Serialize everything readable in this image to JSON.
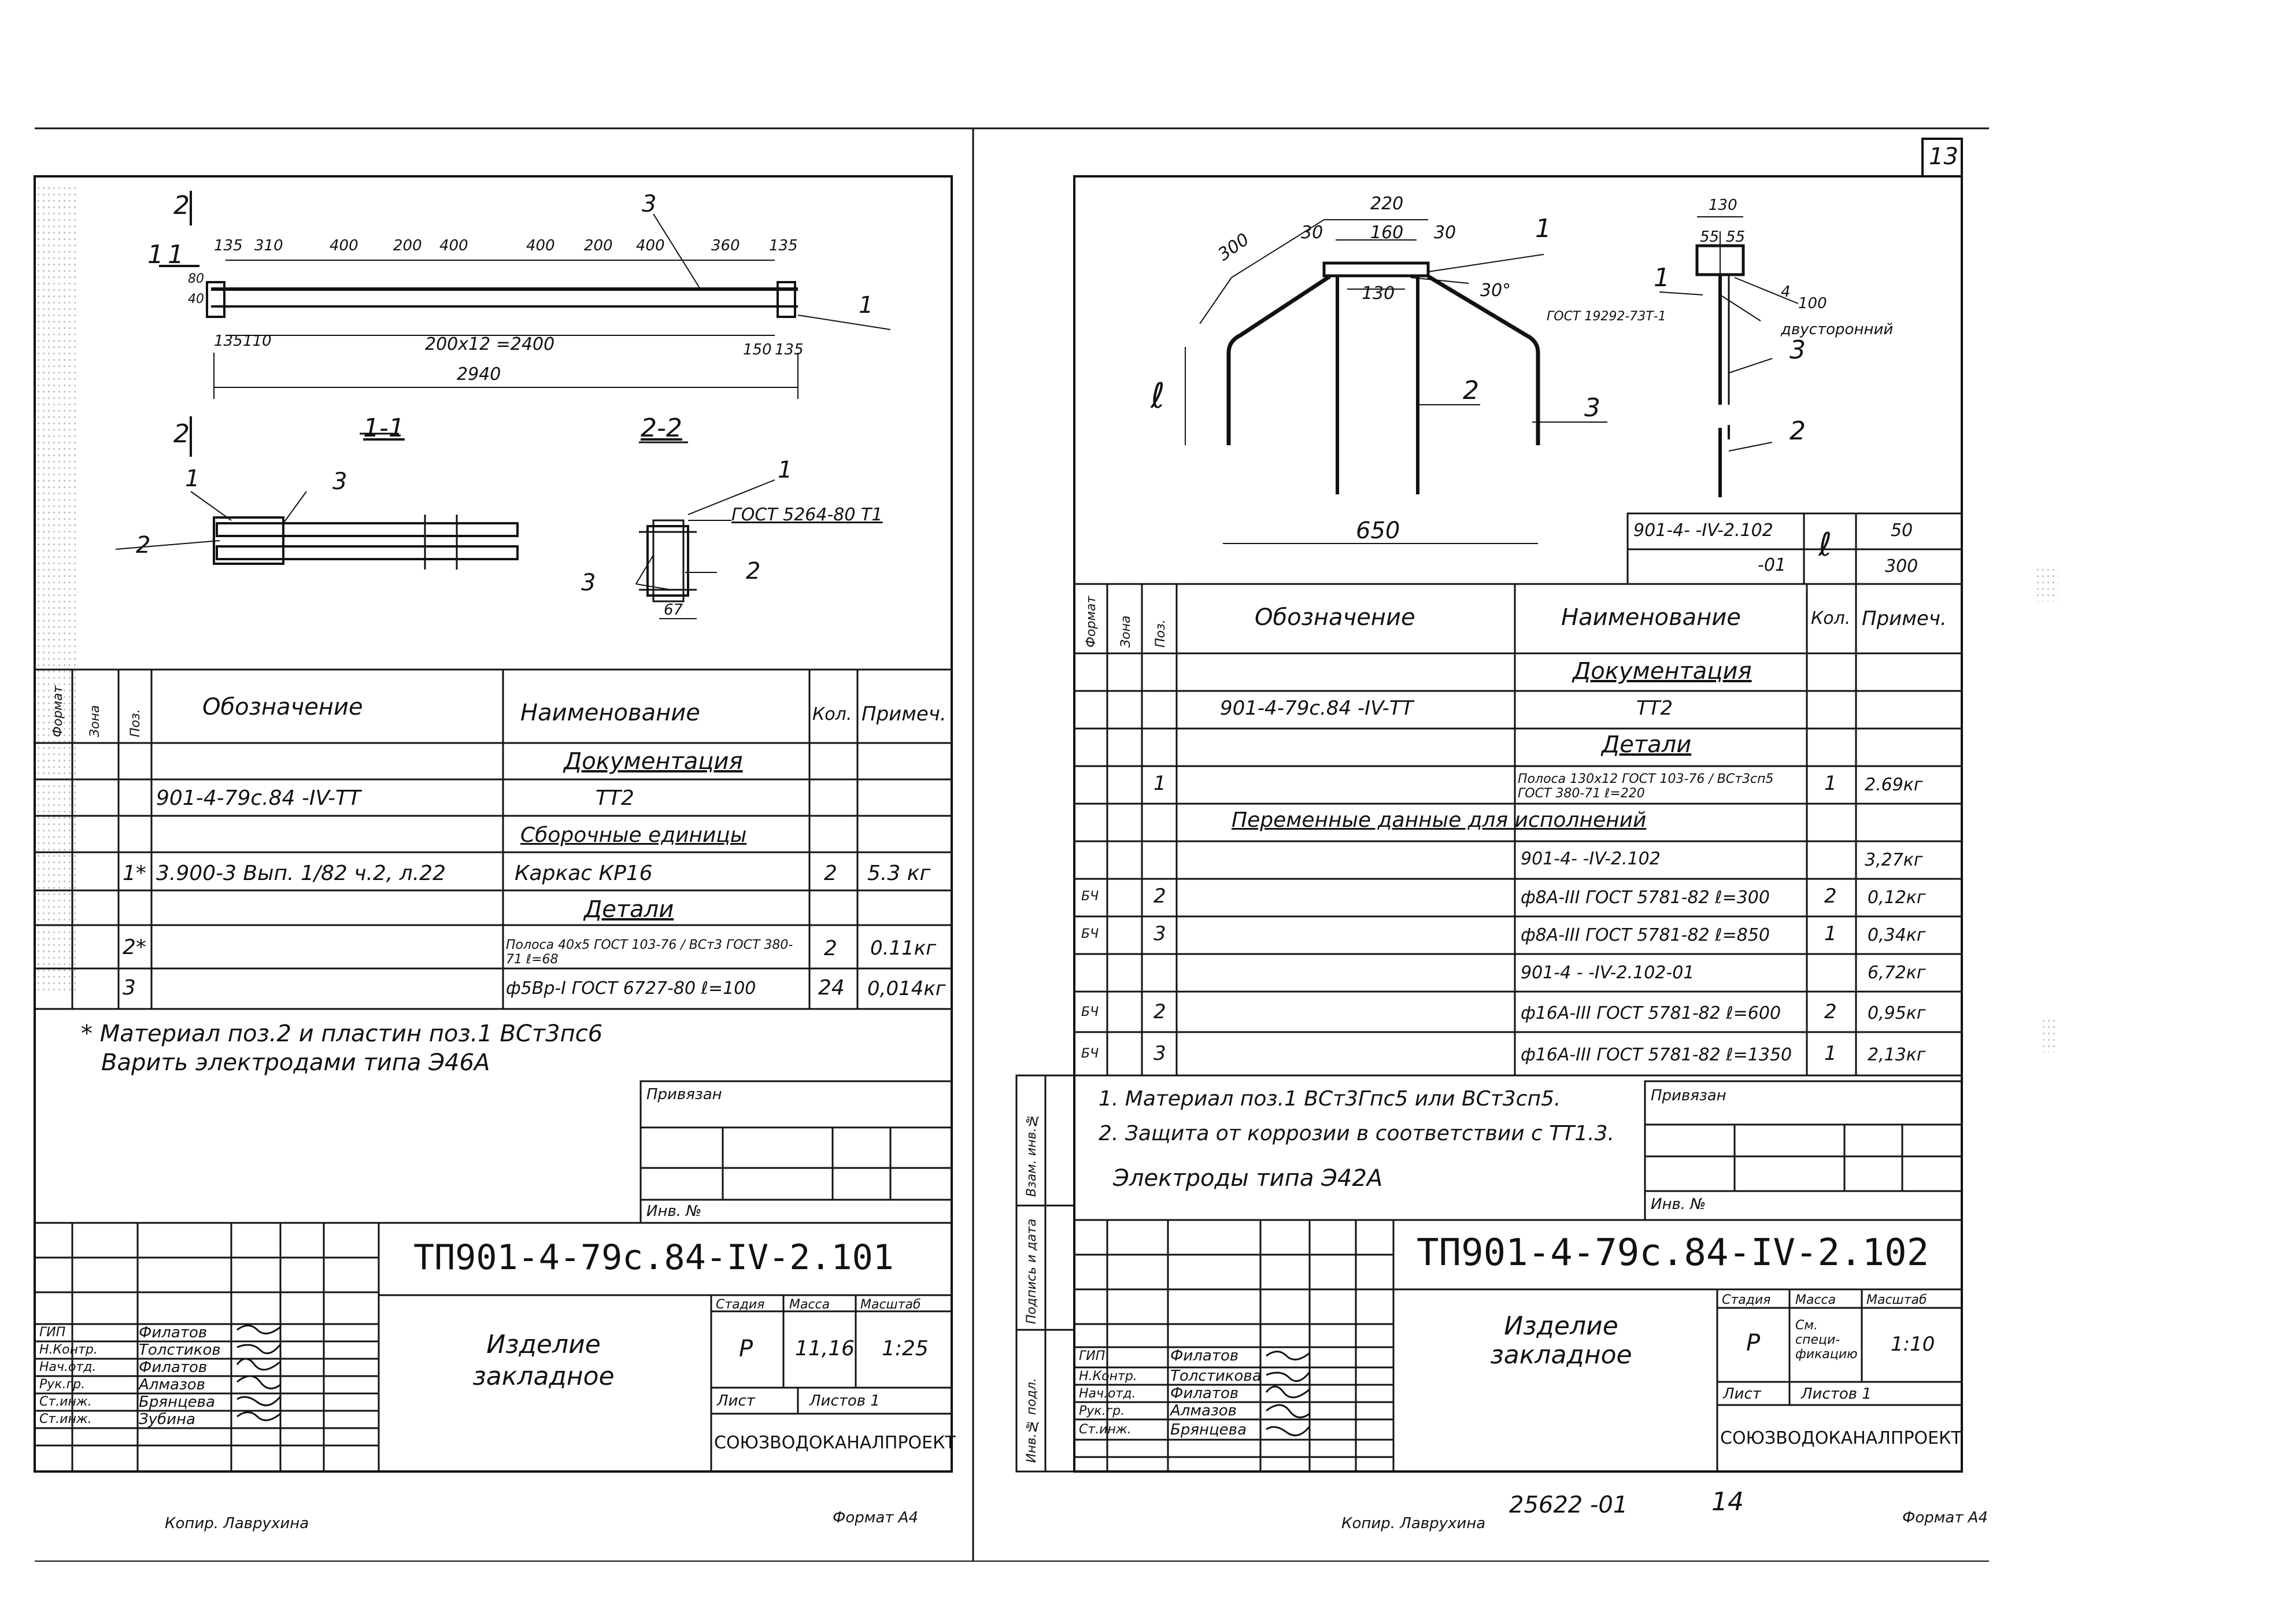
{
  "page": {
    "page_number": "13",
    "copier_left": "Копир. Лаврухина",
    "format_left": "Формат А4",
    "copier_right": "Копир. Лаврухина",
    "archive_no": "25622 -01",
    "sheet_seq": "14",
    "format_right": "Формат А4"
  },
  "left": {
    "drawing": {
      "section_marks": [
        "2",
        "1",
        "1",
        "2"
      ],
      "callouts": [
        "3",
        "1",
        "1",
        "3",
        "2",
        "1",
        "3",
        "2"
      ],
      "dims_top": [
        "135",
        "310",
        "400",
        "200",
        "400",
        "400",
        "200",
        "400",
        "360",
        "135"
      ],
      "dims_left": [
        "80",
        "40"
      ],
      "dims_bottom": [
        "135",
        "110",
        "200х12 =2400",
        "150",
        "135"
      ],
      "overall": "2940",
      "section_1": "1-1",
      "section_2": "2-2",
      "gost_note": "ГОСТ 5264-80 Т1",
      "width_67": "67"
    },
    "spec": {
      "headers": [
        "Формат",
        "Зона",
        "Поз.",
        "Обозначение",
        "Наименование",
        "Кол.",
        "Примеч."
      ],
      "rows": [
        {
          "pos": "",
          "designation": "",
          "name": "Документация",
          "qty": "",
          "note": "",
          "underline": true
        },
        {
          "pos": "",
          "designation": "901-4-79с.84 -IV-ТТ",
          "name": "ТТ2",
          "qty": "",
          "note": "",
          "underline": false
        },
        {
          "pos": "",
          "designation": "",
          "name": "Сборочные единицы",
          "qty": "",
          "note": "",
          "underline": true
        },
        {
          "pos": "1*",
          "designation": "3.900-3 Вып. 1/82 ч.2, л.22",
          "name": "Каркас КР16",
          "qty": "2",
          "note": "5.3 кг",
          "underline": false
        },
        {
          "pos": "",
          "designation": "",
          "name": "Детали",
          "qty": "",
          "note": "",
          "underline": true
        },
        {
          "pos": "2*",
          "designation": "",
          "name": "Полоса 40х5 ГОСТ 103-76 / ВСт3 ГОСТ 380-71  ℓ=68",
          "qty": "2",
          "note": "0.11кг",
          "underline": false
        },
        {
          "pos": "3",
          "designation": "",
          "name": "ф5Вр-I ГОСТ 6727-80 ℓ=100",
          "qty": "24",
          "note": "0,014кг",
          "underline": false
        }
      ]
    },
    "notes": [
      "* Материал поз.2 и пластин поз.1 ВСт3пс6",
      "Варить электродами типа Э46А"
    ],
    "binding": {
      "label": "Привязан",
      "inv_label": "Инв. №"
    },
    "title_block": {
      "code": "ТП901-4-79с.84-IV-2.101",
      "name_line1": "Изделие",
      "name_line2": "закладное",
      "stage_h": "Стадия",
      "mass_h": "Масса",
      "scale_h": "Масштаб",
      "stage": "Р",
      "mass": "11,16",
      "scale": "1:25",
      "sheet_h": "Лист",
      "sheets_h": "Листов 1",
      "org": "СОЮЗВОДОКАНАЛПРОЕКТ",
      "roles": [
        "ГИП",
        "Н.Контр.",
        "Нач.отд.",
        "Рук.гр.",
        "Ст.инж.",
        "Ст.инж."
      ],
      "names": [
        "Филатов",
        "Толстиков",
        "Филатов",
        "Алмазов",
        "Брянцева",
        "Зубина"
      ]
    }
  },
  "right": {
    "drawing": {
      "dims": [
        "220",
        "160",
        "30",
        "30",
        "130",
        "300",
        "30°",
        "650",
        "ℓ",
        "130",
        "55",
        "55",
        "4",
        "100",
        "двусторонний"
      ],
      "callouts": [
        "1",
        "2",
        "3",
        "1",
        "3",
        "2"
      ],
      "gost": "ГОСТ 19292-73Т-1"
    },
    "variants": {
      "row1_code": "901-4-  -IV-2.102",
      "row2_code": "-01",
      "l_label": "ℓ",
      "l_values": [
        "50",
        "300"
      ]
    },
    "spec": {
      "headers": [
        "Формат",
        "Зона",
        "Поз.",
        "Обозначение",
        "Наименование",
        "Кол.",
        "Примеч."
      ],
      "rows": [
        {
          "fmt": "",
          "pos": "",
          "designation": "",
          "name": "Документация",
          "qty": "",
          "note": "",
          "underline": true
        },
        {
          "fmt": "",
          "pos": "",
          "designation": "901-4-79с.84 -IV-ТТ",
          "name": "ТТ2",
          "qty": "",
          "note": "",
          "underline": false
        },
        {
          "fmt": "",
          "pos": "",
          "designation": "",
          "name": "Детали",
          "qty": "",
          "note": "",
          "underline": true
        },
        {
          "fmt": "",
          "pos": "1",
          "designation": "",
          "name": "Полоса 130х12 ГОСТ 103-76 / ВСт3сп5 ГОСТ 380-71  ℓ=220",
          "qty": "1",
          "note": "2.69кг",
          "underline": false
        },
        {
          "fmt": "",
          "pos": "",
          "designation": "Переменные данные для исполнений",
          "name": "",
          "qty": "",
          "note": "",
          "underline": true
        },
        {
          "fmt": "",
          "pos": "",
          "designation": "",
          "name": "901-4-   -IV-2.102",
          "qty": "",
          "note": "3,27кг",
          "underline": false
        },
        {
          "fmt": "БЧ",
          "pos": "2",
          "designation": "",
          "name": "ф8А-III ГОСТ 5781-82 ℓ=300",
          "qty": "2",
          "note": "0,12кг",
          "underline": false
        },
        {
          "fmt": "БЧ",
          "pos": "3",
          "designation": "",
          "name": "ф8А-III ГОСТ 5781-82 ℓ=850",
          "qty": "1",
          "note": "0,34кг",
          "underline": false
        },
        {
          "fmt": "",
          "pos": "",
          "designation": "",
          "name": "901-4 -  -IV-2.102-01",
          "qty": "",
          "note": "6,72кг",
          "underline": false
        },
        {
          "fmt": "БЧ",
          "pos": "2",
          "designation": "",
          "name": "ф16А-III ГОСТ 5781-82 ℓ=600",
          "qty": "2",
          "note": "0,95кг",
          "underline": false
        },
        {
          "fmt": "БЧ",
          "pos": "3",
          "designation": "",
          "name": "ф16А-III ГОСТ 5781-82 ℓ=1350",
          "qty": "1",
          "note": "2,13кг",
          "underline": false
        }
      ]
    },
    "notes": [
      "1. Материал поз.1 ВСт3Гпс5 или ВСт3сп5.",
      "2. Защита от коррозии в соответствии с ТТ1.3.",
      "Электроды типа Э42А"
    ],
    "binding": {
      "label": "Привязан",
      "inv_label": "Инв. №"
    },
    "side_labels": [
      "Взам. инв.№",
      "Подпись и дата",
      "Инв.№ подл."
    ],
    "title_block": {
      "code": "ТП901-4-79с.84-IV-2.102",
      "name_line1": "Изделие",
      "name_line2": "закладное",
      "stage_h": "Стадия",
      "mass_h": "Масса",
      "scale_h": "Масштаб",
      "stage": "Р",
      "mass": "См. специ-фикацию",
      "scale": "1:10",
      "sheet_h": "Лист",
      "sheets_h": "Листов 1",
      "org": "СОЮЗВОДОКАНАЛПРОЕКТ",
      "roles": [
        "ГИП",
        "Н.Контр.",
        "Нач.отд.",
        "Рук.гр.",
        "Ст.инж."
      ],
      "names": [
        "Филатов",
        "Толстикова",
        "Филатов",
        "Алмазов",
        "Брянцева"
      ]
    }
  }
}
